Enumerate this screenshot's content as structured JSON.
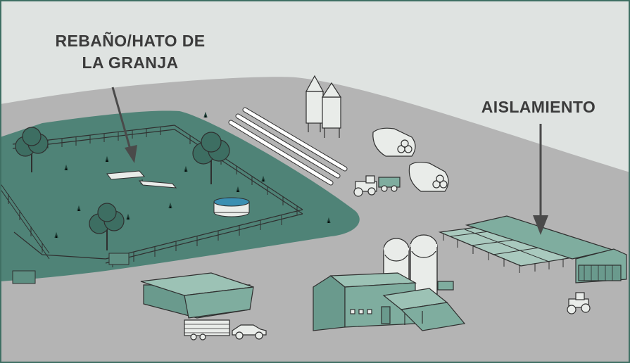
{
  "labels": {
    "herd_line1": "REBAÑO/HATO DE",
    "herd_line2": "LA GRANJA",
    "isolation": "AISLAMIENTO"
  },
  "colors": {
    "sky": "#dfe3e1",
    "ground": "#b4b4b4",
    "pasture": "#4f8377",
    "pasture_dark": "#3f6f63",
    "building": "#7fad9f",
    "building_light": "#9cc2b5",
    "silo": "#e9ece9",
    "line": "#3d3d3d",
    "text": "#3b3b3b",
    "arrow": "#4a4a4a"
  }
}
